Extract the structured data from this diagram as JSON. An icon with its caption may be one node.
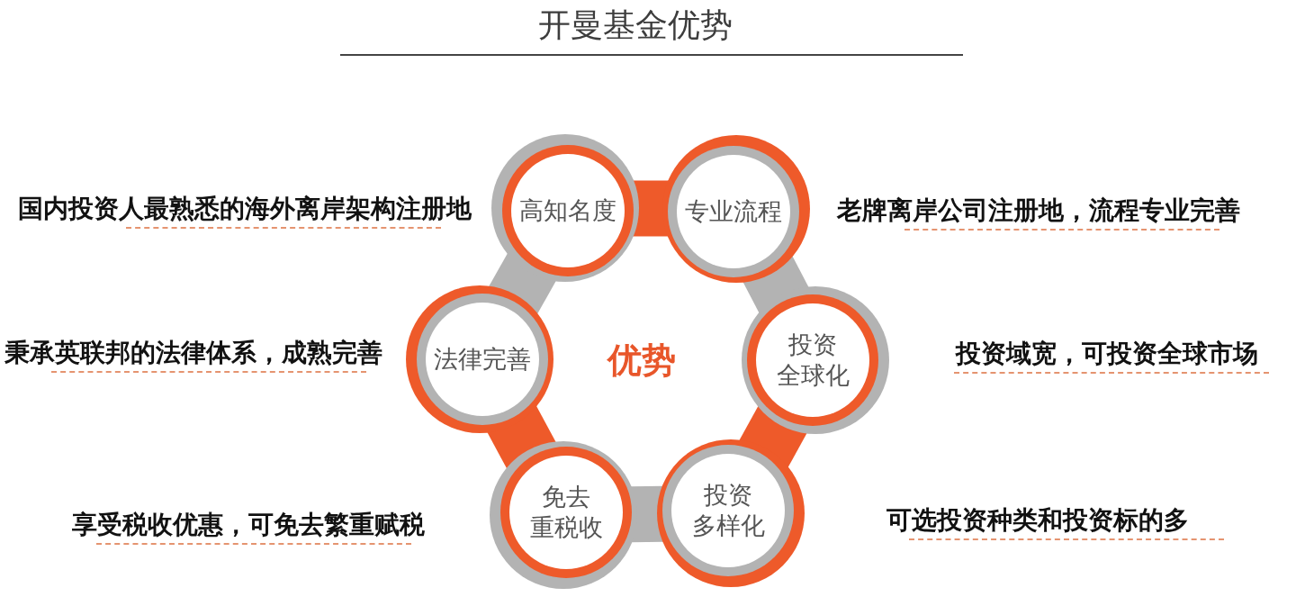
{
  "diagram": {
    "title": "开曼基金优势",
    "nodes": [
      {
        "text": [
          "高知名度"
        ],
        "beside": [
          "国内投资人最熟悉的海外离岸架构注册地"
        ]
      },
      {
        "text": [
          "专业流程"
        ],
        "beside": [
          "老牌离岸公司注册地，流程专业完善"
        ]
      },
      {
        "text": [
          "法律完善"
        ],
        "beside": [
          "秉承英联邦的法律体系，成熟完善"
        ]
      },
      {
        "text": [
          "投资全球化"
        ],
        "beside": [
          "投资域宽，可投资全球市场"
        ]
      },
      {
        "text": [
          "免去重税收"
        ],
        "beside": [
          "享受税收优惠，可免去繁重赋税"
        ]
      },
      {
        "text": [
          "投资多样化"
        ],
        "beside": [
          "可选投资种类和投资标的多"
        ]
      }
    ],
    "edges": [
      {
        "from": 0,
        "to": 1,
        "arrow": "none",
        "color": "#ee5a2a"
      },
      {
        "from": 1,
        "to": 3,
        "arrow": "none",
        "color": "#b3b3b3"
      },
      {
        "from": 3,
        "to": 5,
        "arrow": "none",
        "color": "#ee5a2a"
      },
      {
        "from": 5,
        "to": 4,
        "arrow": "none",
        "color": "#b3b3b3"
      },
      {
        "from": 4,
        "to": 2,
        "arrow": "none",
        "color": "#ee5a2a"
      },
      {
        "from": 2,
        "to": 0,
        "arrow": "none",
        "color": "#b3b3b3"
      }
    ],
    "labels": [
      "优势"
    ]
  }
}
